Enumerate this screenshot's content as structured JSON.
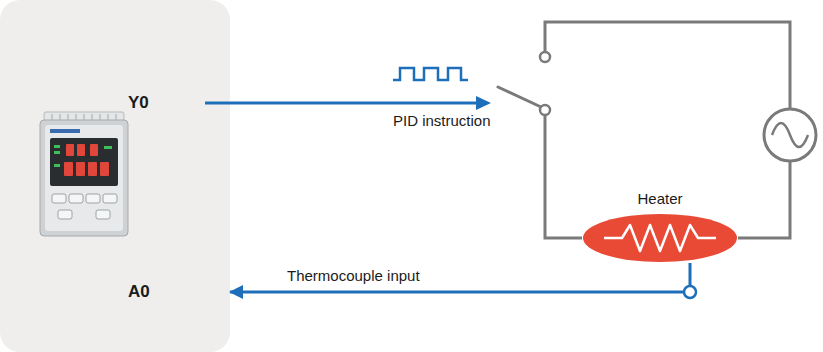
{
  "diagram": {
    "nodes": [
      {
        "text": [
          "Y0",
          "A0"
        ]
      },
      {
        "text": [
          "Heater"
        ]
      }
    ],
    "edges": [
      {
        "from": 1,
        "to": 0,
        "arrow": "to",
        "label": "Thermocouple input"
      }
    ],
    "labels": [
      "PID instruction"
    ]
  }
}
